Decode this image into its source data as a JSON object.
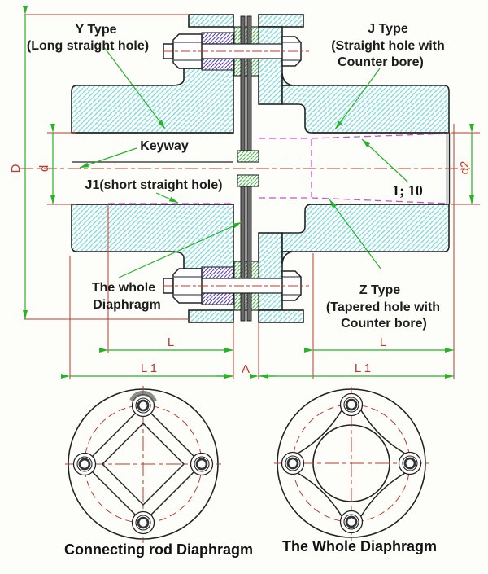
{
  "drawing": {
    "title_implicit": "Diaphragm coupling section drawing",
    "annotations": {
      "y_type": {
        "line1": "Y Type",
        "line2": "(Long straight hole)"
      },
      "j_type": {
        "line1": "J Type",
        "line2": "(Straight hole with",
        "line3": "Counter bore)"
      },
      "keyway": "Keyway",
      "j1": "J1(short straight hole)",
      "whole_diaphragm": {
        "line1": "The whole",
        "line2": "Diaphragm"
      },
      "z_type": {
        "line1": "Z Type",
        "line2": "(Tapered hole with",
        "line3": "Counter bore)"
      },
      "taper_ratio": "1; 10"
    },
    "dimensions": {
      "outer_diameter": "D",
      "bore_diameter": "d",
      "taper_bore_diameter": "d2",
      "hub_length": "L",
      "hub_length_overall": "L 1",
      "gap": "A"
    },
    "captions": {
      "left_view": "Connecting rod Diaphragm",
      "right_view": "The Whole Diaphragm"
    },
    "colors": {
      "background": "#fdfdfa",
      "part_hatch_cyan": "#85dcdc",
      "spacer_hatch_purple": "#5b3fc0",
      "bushing_hatch_green": "#4ab84a",
      "outline_black": "#222222",
      "dimension_green": "#26b426",
      "centerline_red": "#c0392b",
      "phantom_magenta": "#cf4fcf"
    }
  }
}
